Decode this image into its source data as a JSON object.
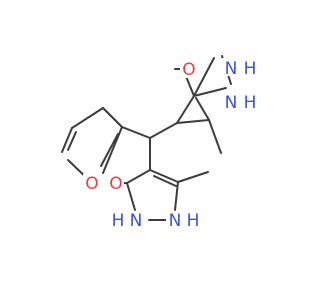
{
  "molecule": {
    "atoms": {
      "furan_o": {
        "symbol": "O",
        "color": "#e8433a"
      },
      "top_carbonyl_o": {
        "symbol": "O",
        "color": "#e8433a"
      },
      "top_n1": {
        "symbol": "N",
        "color": "#3f51d8"
      },
      "top_nh": {
        "symbol": "N",
        "color": "#3f51d8"
      },
      "top_nh_h": {
        "symbol": "H",
        "color": "#3f51d8"
      },
      "top_n1_h": {
        "symbol": "H",
        "color": "#3f51d8"
      },
      "bottom_carbonyl_o": {
        "symbol": "O",
        "color": "#e8433a"
      },
      "bottom_n1": {
        "symbol": "N",
        "color": "#3f51d8"
      },
      "bottom_n1_h": {
        "symbol": "H",
        "color": "#3f51d8"
      },
      "bottom_n2": {
        "symbol": "N",
        "color": "#3f51d8"
      },
      "bottom_n2_h": {
        "symbol": "H",
        "color": "#3f51d8"
      }
    },
    "bond_color": "#3c3c3c"
  }
}
